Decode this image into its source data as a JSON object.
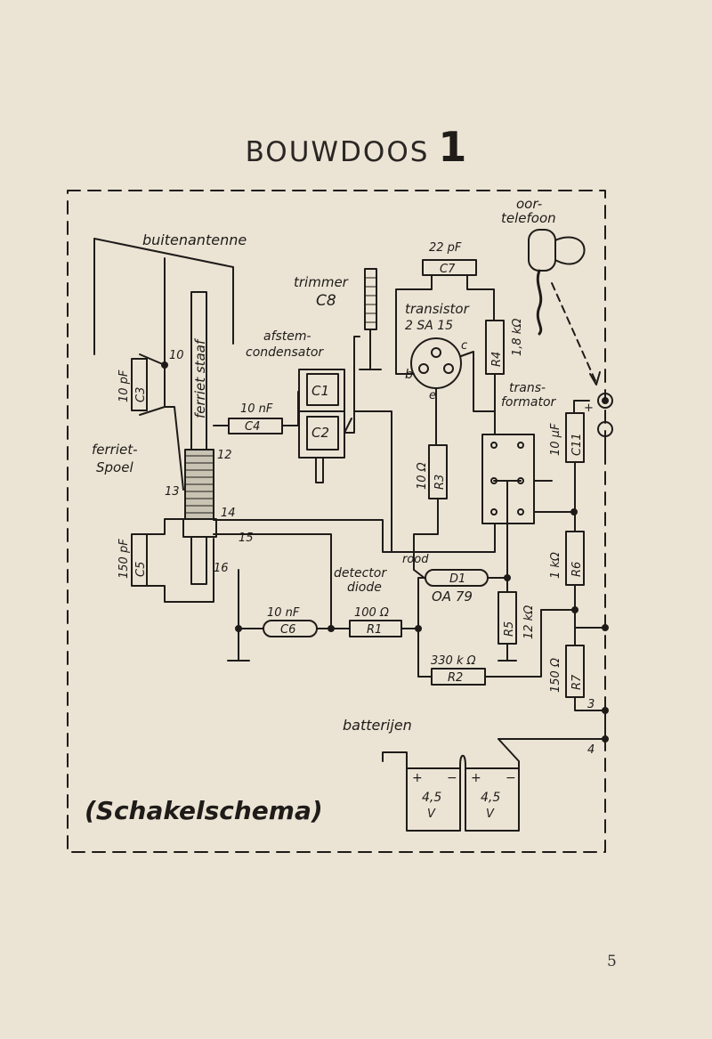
{
  "header": {
    "title_word": "BOUWDOOS",
    "title_number": "1"
  },
  "page_number": "5",
  "diagram": {
    "caption": "(Schakelschema)",
    "labels": {
      "buitenantenne": "buitenantenne",
      "ferriet_staaf": "ferriet staaf",
      "ferriet_spoel": [
        "ferriet-",
        "Spoel"
      ],
      "trimmer": "trimmer",
      "c8": "C8",
      "afstem": [
        "afstem-",
        "condensator"
      ],
      "c1": "C1",
      "c2": "C2",
      "c7_value": "22 pF",
      "c7": "C7",
      "transistor": [
        "transistor",
        "2 SA 15"
      ],
      "pin_b": "b",
      "pin_c": "c",
      "pin_e": "e",
      "r4": "R4",
      "r4_value": "1,8 kΩ",
      "transformator": [
        "trans-",
        "formator"
      ],
      "oortelefoon": [
        "oor-",
        "telefoon"
      ],
      "c11": "C11",
      "c11_value": "10 µF",
      "plus": "+",
      "c3": "C3",
      "c3_value": "10 pF",
      "n10": "10",
      "c4_value": "10 nF",
      "c4": "C4",
      "n12": "12",
      "n13": "13",
      "n14": "14",
      "n15": "15",
      "n16": "16",
      "c5": "C5",
      "c5_value": "150 pF",
      "r3": "R3",
      "r3_value": "10 Ω",
      "rood": "rood",
      "detector": [
        "detector",
        "diode"
      ],
      "d1": "D1",
      "oa79": "OA 79",
      "r5": "R5",
      "r5_value": "12 kΩ",
      "r6": "R6",
      "r6_value": "1 kΩ",
      "c6_value": "10 nF",
      "c6": "C6",
      "r1_value": "100 Ω",
      "r1": "R1",
      "r2_value": "330 k Ω",
      "r2": "R2",
      "r7": "R7",
      "r7_value": "150 Ω",
      "n3": "3",
      "n4": "4",
      "batterijen": "batterijen",
      "bat_plus": "+",
      "bat_minus": "−",
      "bat_volt": "4,5",
      "bat_unit": "V"
    }
  }
}
